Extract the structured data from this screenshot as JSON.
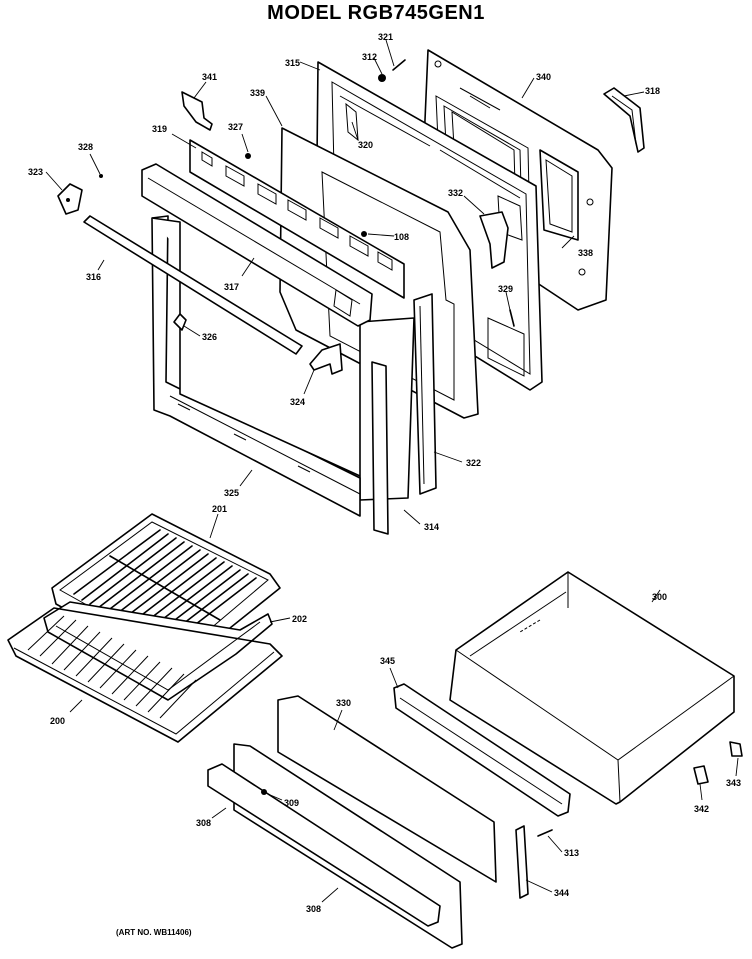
{
  "title": "MODEL RGB745GEN1",
  "art_number": "(ART NO. WB11406)",
  "part_labels": {
    "p321": "321",
    "p312": "312",
    "p315": "315",
    "p340": "340",
    "p341": "341",
    "p339": "339",
    "p318": "318",
    "p319": "319",
    "p327": "327",
    "p320": "320",
    "p328a": "328",
    "p323": "323",
    "p332": "332",
    "p108": "108",
    "p338": "338",
    "p316": "316",
    "p317": "317",
    "p329": "329",
    "p326": "326",
    "p324": "324",
    "p322": "322",
    "p325": "325",
    "p314": "314",
    "p201": "201",
    "p300": "300",
    "p202": "202",
    "p345": "345",
    "p200": "200",
    "p330": "330",
    "p309": "309",
    "p308a": "308",
    "p313": "313",
    "p343": "343",
    "p342": "342",
    "p308b": "308",
    "p344": "344"
  }
}
